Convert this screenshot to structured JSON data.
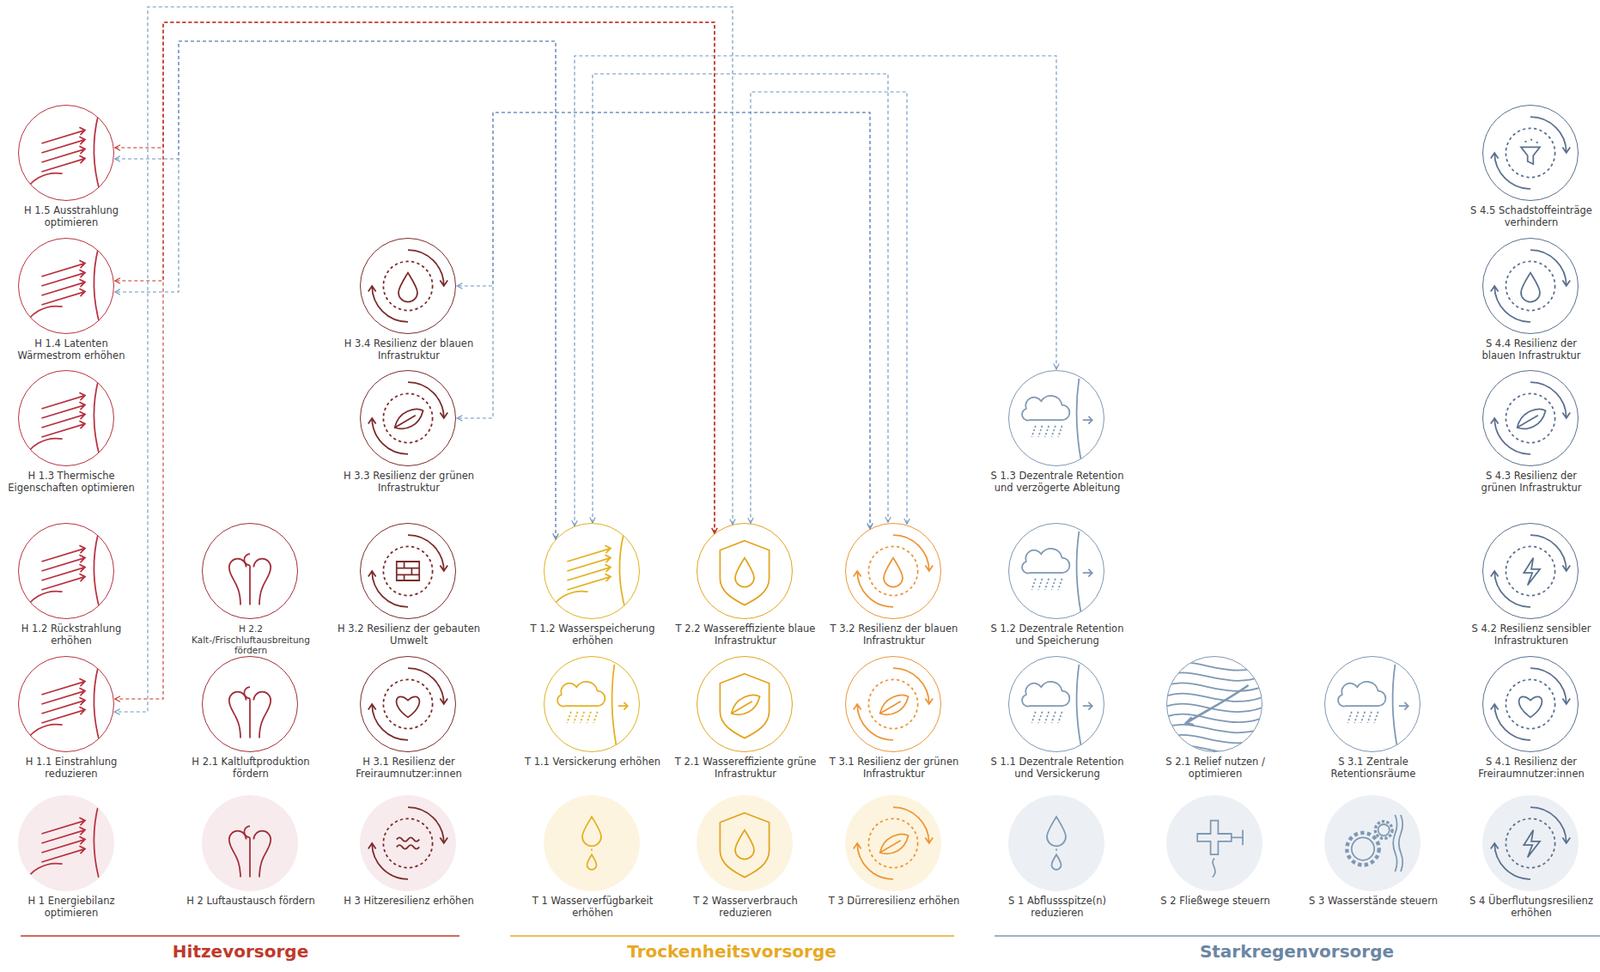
{
  "diagram": {
    "nodes": [
      {
        "text": [
          "H 1 Energiebilanz optimieren"
        ]
      },
      {
        "text": [
          "H 1.1 Einstrahlung reduzieren"
        ]
      },
      {
        "text": [
          "H 1.2 Rückstrahlung erhöhen"
        ]
      },
      {
        "text": [
          "H 1.3 Thermische Eigenschaften optimieren"
        ]
      },
      {
        "text": [
          "H 1.4 Latenten Wärmestrom erhöhen"
        ]
      },
      {
        "text": [
          "H 1.5 Ausstrahlung optimieren"
        ]
      },
      {
        "text": [
          "H 2 Luftaustausch fördern"
        ]
      },
      {
        "text": [
          "H 2.1 Kaltluftproduktion fördern"
        ]
      },
      {
        "text": [
          "H 2.2 Kalt-/Frischluftausbreitung fördern"
        ]
      },
      {
        "text": [
          "H 3 Hitzeresilienz erhöhen"
        ]
      },
      {
        "text": [
          "H 3.1 Resilienz der Freiraumnutzer:innen"
        ]
      },
      {
        "text": [
          "H 3.2 Resilienz der gebauten Umwelt"
        ]
      },
      {
        "text": [
          "H 3.3 Resilienz der grünen Infrastruktur"
        ]
      },
      {
        "text": [
          "H 3.4 Resilienz der blauen Infrastruktur"
        ]
      },
      {
        "text": [
          "T 1 Wasserverfügbarkeit erhöhen"
        ]
      },
      {
        "text": [
          "T 1.1 Versickerung erhöhen"
        ]
      },
      {
        "text": [
          "T 1.2 Wasserspeicherung erhöhen"
        ]
      },
      {
        "text": [
          "T 2 Wasserverbrauch reduzieren"
        ]
      },
      {
        "text": [
          "T 2.1 Wassereffiziente grüne Infrastruktur"
        ]
      },
      {
        "text": [
          "T 2.2 Wassereffiziente blaue Infrastruktur"
        ]
      },
      {
        "text": [
          "T 3 Dürreresilienz erhöhen"
        ]
      },
      {
        "text": [
          "T 3.1 Resilienz der grünen Infrastruktur"
        ]
      },
      {
        "text": [
          "T 3.2 Resilienz der blauen Infrastruktur"
        ]
      },
      {
        "text": [
          "S 1 Abflussspitze(n) reduzieren"
        ]
      },
      {
        "text": [
          "S 1.1 Dezentrale Retention und Versickerung"
        ]
      },
      {
        "text": [
          "S 1.2 Dezentrale Retention und Speicherung"
        ]
      },
      {
        "text": [
          "S 1.3 Dezentrale Retention und verzögerte Ableitung"
        ]
      },
      {
        "text": [
          "S 2 Fließwege steuern"
        ]
      },
      {
        "text": [
          "S 2.1 Relief nutzen / optimieren"
        ]
      },
      {
        "text": [
          "S 3 Wasserstände steuern"
        ]
      },
      {
        "text": [
          "S 3.1 Zentrale Retentionsräume"
        ]
      },
      {
        "text": [
          "S 4 Überflutungsresilienz erhöhen"
        ]
      },
      {
        "text": [
          "S 4.1 Resilienz der Freiraumnutzer:innen"
        ]
      },
      {
        "text": [
          "S 4.2 Resilienz sensibler Infrastrukturen"
        ]
      },
      {
        "text": [
          "S 4.3 Resilienz der grünen Infrastruktur"
        ]
      },
      {
        "text": [
          "S 4.4 Resilienz der blauen Infrastruktur"
        ]
      },
      {
        "text": [
          "S 4.5 Schadstoffeinträge verhindern"
        ]
      }
    ],
    "edges": [
      {
        "from": 19,
        "to": 5,
        "arrow": "both"
      },
      {
        "from": 19,
        "to": 4,
        "arrow": "both"
      },
      {
        "from": 19,
        "to": 1,
        "arrow": "both"
      },
      {
        "from": 16,
        "to": 5,
        "arrow": "both"
      },
      {
        "from": 16,
        "to": 4,
        "arrow": "both"
      },
      {
        "from": 19,
        "to": 1,
        "arrow": "both"
      },
      {
        "from": 16,
        "to": 26,
        "arrow": "both"
      },
      {
        "from": 16,
        "to": 22,
        "arrow": "both"
      },
      {
        "from": 19,
        "to": 22,
        "arrow": "both"
      },
      {
        "from": 22,
        "to": 12,
        "arrow": "both"
      },
      {
        "from": 22,
        "to": 13,
        "arrow": "both"
      }
    ],
    "labels": [
      "Hitzevorsorge",
      "Trockenheitsvorsorge",
      "Starkregenvorsorge"
    ]
  }
}
